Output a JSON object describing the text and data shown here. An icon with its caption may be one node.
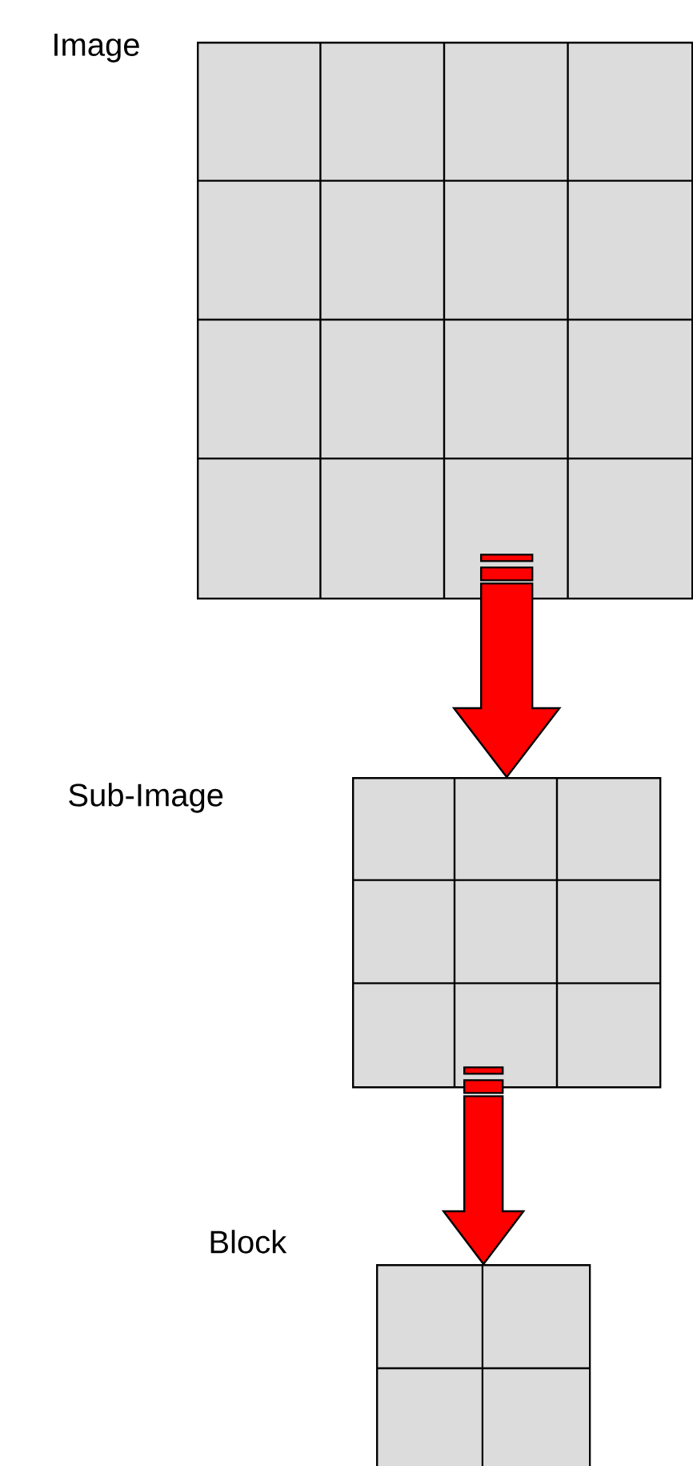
{
  "diagram": {
    "nodes": [
      {
        "text": [
          "Image"
        ]
      },
      {
        "text": [
          "Sub-Image"
        ]
      },
      {
        "text": [
          "Block"
        ]
      }
    ],
    "edges": [
      {
        "from": 0,
        "to": 1,
        "arrow": "to",
        "color": "#ff0000"
      },
      {
        "from": 1,
        "to": 2,
        "arrow": "to",
        "color": "#ff0000"
      }
    ]
  }
}
